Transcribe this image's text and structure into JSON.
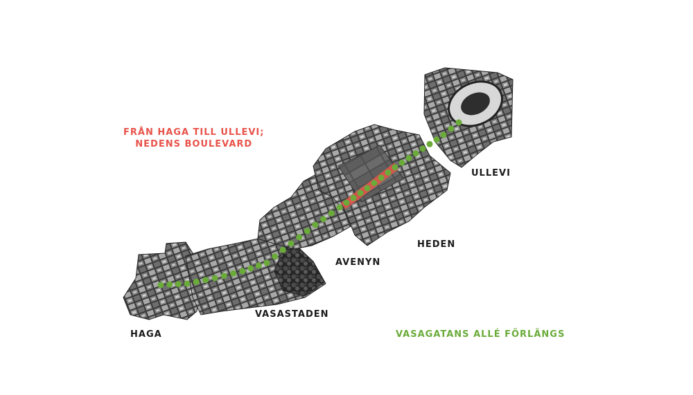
{
  "title": {
    "line1": "FRÅN HAGA TILL ULLEVI;",
    "line2": "NEDENS BOULEVARD"
  },
  "labels": {
    "haga": "HAGA",
    "vasastaden": "VASASTADEN",
    "avenyn": "AVENYN",
    "heden": "HEDEN",
    "ullevi": "ULLEVI"
  },
  "legend": {
    "green_route": "VASAGATANS ALLÉ FÖRLÄNGS"
  },
  "colors": {
    "route_green": "#6aab3a",
    "route_red": "#e8534a",
    "title_red": "#e8534a",
    "legend_green": "#6aab3a"
  }
}
